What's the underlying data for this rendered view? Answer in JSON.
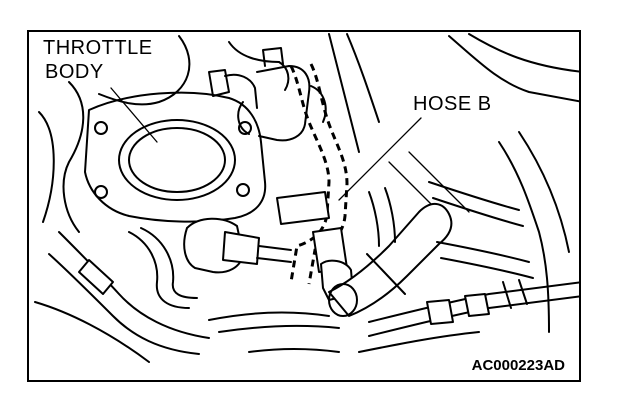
{
  "labels": {
    "throttle": "THROTTLE",
    "body": "BODY",
    "hose_b": "HOSE B"
  },
  "figure_code": "AC000223AD",
  "colors": {
    "line": "#000000",
    "background": "#ffffff"
  }
}
